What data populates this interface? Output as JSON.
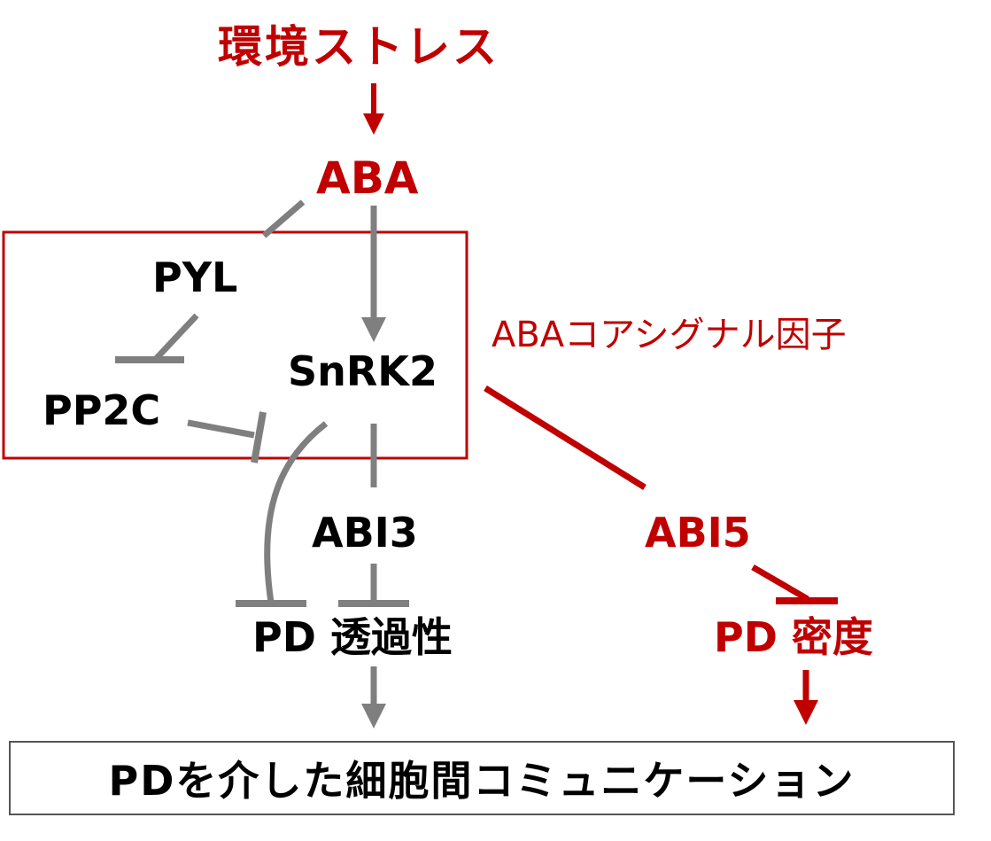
{
  "colors": {
    "red": "#c00000",
    "gray": "#7f7f7f",
    "black": "#000000"
  },
  "nodes": {
    "env_stress": "環境ストレス",
    "aba": "ABA",
    "pyl": "PYL",
    "pp2c": "PP2C",
    "snrk2": "SnRK2",
    "abi3": "ABI3",
    "abi5": "ABI5",
    "pd_permeability": "PD 透過性",
    "pd_density": "PD 密度",
    "core_label": "ABAコアシグナル因子",
    "bottom": "PDを介した細胞間コミュニケーション"
  },
  "edges": [
    {
      "from": "env_stress",
      "to": "aba",
      "type": "activation",
      "color": "red"
    },
    {
      "from": "aba",
      "to": "pyl",
      "type": "binding",
      "color": "gray"
    },
    {
      "from": "aba",
      "to": "snrk2",
      "type": "activation",
      "color": "gray"
    },
    {
      "from": "pyl",
      "to": "pp2c",
      "type": "inhibition",
      "color": "gray"
    },
    {
      "from": "pp2c",
      "to": "snrk2",
      "type": "inhibition",
      "color": "gray"
    },
    {
      "from": "snrk2",
      "to": "pd_permeability",
      "type": "inhibition",
      "color": "gray"
    },
    {
      "from": "snrk2",
      "to": "abi3",
      "type": "link",
      "color": "gray"
    },
    {
      "from": "abi3",
      "to": "pd_permeability",
      "type": "inhibition",
      "color": "gray"
    },
    {
      "from": "pd_permeability",
      "to": "bottom",
      "type": "activation",
      "color": "gray"
    },
    {
      "from": "snrk2",
      "to": "abi5",
      "type": "link",
      "color": "red"
    },
    {
      "from": "abi5",
      "to": "pd_density",
      "type": "inhibition",
      "color": "red"
    },
    {
      "from": "pd_density",
      "to": "bottom",
      "type": "activation",
      "color": "red"
    }
  ]
}
